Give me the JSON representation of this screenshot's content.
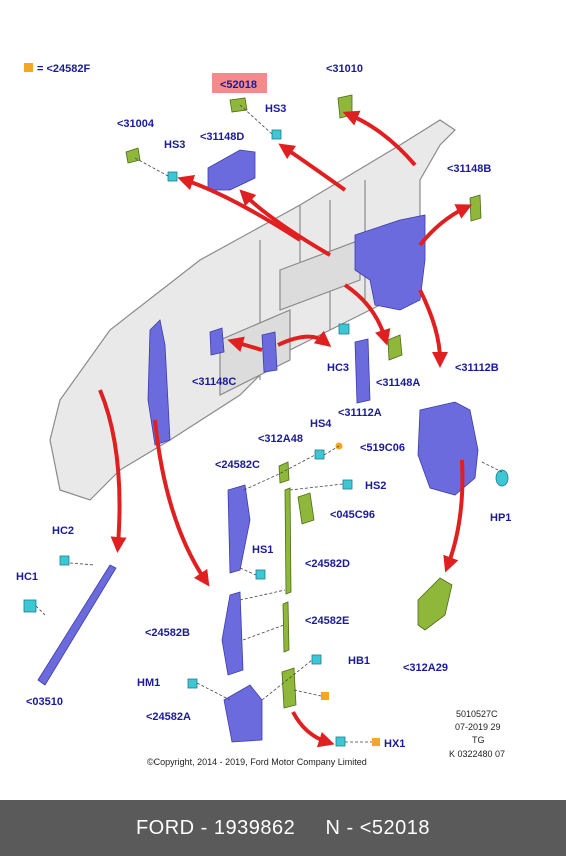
{
  "legend": {
    "color": "#f5a623",
    "text": "= <24582F"
  },
  "highlight": {
    "label": "<52018",
    "color": "#f28b8b"
  },
  "labels": {
    "l31010": "<31010",
    "l31004": "<31004",
    "hs3a": "HS3",
    "hs3b": "HS3",
    "l31148d": "<31148D",
    "l31148b": "<31148B",
    "l31148c": "<31148C",
    "hc3": "HC3",
    "l31148a": "<31148A",
    "l31112a": "<31112A",
    "l31112b": "<31112B",
    "l312a48": "<312A48",
    "hs4": "HS4",
    "l519c06": "<519C06",
    "l24582c": "<24582C",
    "hs2": "HS2",
    "l045c96": "<045C96",
    "hp1": "HP1",
    "hc2": "HC2",
    "hc1": "HC1",
    "hs1": "HS1",
    "l24582d": "<24582D",
    "l24582b": "<24582B",
    "l24582e": "<24582E",
    "l312a29": "<312A29",
    "hb1": "HB1",
    "hm1": "HM1",
    "l03510": "<03510",
    "l24582a": "<24582A",
    "hx1": "HX1"
  },
  "refcode": {
    "line1": "5010527C",
    "line2": "07-2019 29",
    "line3": "TG",
    "line4": "K 0322480 07"
  },
  "copyright": "©Copyright, 2014 - 2019, Ford Motor Company Limited",
  "footer": {
    "brand": "FORD - 1939862",
    "part": "N - <52018"
  },
  "colors": {
    "part": "#6b6bde",
    "clip": "#8fb83a",
    "fastener": "#3cc6d6",
    "arrow": "#e02020",
    "label": "#1a1a9a"
  }
}
